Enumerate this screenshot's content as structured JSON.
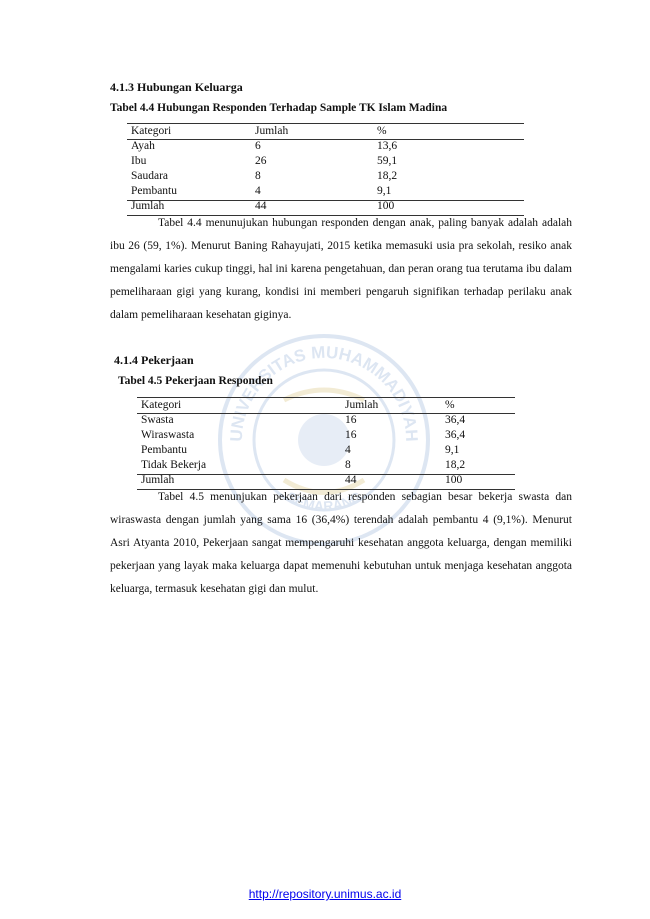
{
  "section_413": {
    "heading": "4.1.3 Hubungan Keluarga",
    "table_title": "Tabel 4.4 Hubungan Responden Terhadap Sample TK Islam Madina",
    "headers": [
      "Kategori",
      "Jumlah",
      "%"
    ],
    "rows": [
      [
        "Ayah",
        "6",
        "13,6"
      ],
      [
        "Ibu",
        "26",
        "59,1"
      ],
      [
        "Saudara",
        "8",
        "18,2"
      ],
      [
        "Pembantu",
        "4",
        "9,1"
      ]
    ],
    "total": [
      "Jumlah",
      "44",
      "100"
    ],
    "paragraph": "Tabel 4.4 menunujukan hubungan responden dengan anak, paling banyak adalah  adalah ibu 26 (59, 1%). Menurut  Baning Rahayujati, 2015 ketika memasuki usia pra sekolah, resiko anak mengalami karies cukup tinggi, hal ini karena pengetahuan, dan peran orang tua terutama ibu dalam pemeliharaan gigi yang kurang, kondisi ini memberi pengaruh signifikan terhadap perilaku anak dalam pemeliharaan kesehatan giginya."
  },
  "section_414": {
    "heading": "4.1.4 Pekerjaan",
    "table_title": "Tabel 4.5 Pekerjaan Responden",
    "headers": [
      "Kategori",
      "Jumlah",
      "%"
    ],
    "rows": [
      [
        "Swasta",
        "16",
        "36,4"
      ],
      [
        "Wiraswasta",
        "16",
        "36,4"
      ],
      [
        "Pembantu",
        "4",
        "9,1"
      ],
      [
        "Tidak Bekerja",
        "8",
        "18,2"
      ]
    ],
    "total": [
      "Jumlah",
      "44",
      "100"
    ],
    "paragraph": "Tabel 4.5 menunjukan pekerjaan dari responden sebagian besar bekerja swasta dan wiraswasta dengan jumlah yang sama 16 (36,4%) terendah adalah pembantu 4 (9,1%). Menurut Asri Atyanta 2010, Pekerjaan sangat mempengaruhi kesehatan anggota keluarga, dengan memiliki pekerjaan yang layak maka keluarga dapat memenuhi kebutuhan untuk menjaga kesehatan anggota keluarga, termasuk kesehatan gigi dan mulut."
  },
  "watermark": {
    "text_top": "UNIVERSITAS MUHAMMADIYAH",
    "text_bottom": "SEMARANG",
    "color": "#6a8fc8"
  },
  "footer": {
    "link": "http://repository.unimus.ac.id",
    "color": "#0000ee"
  }
}
